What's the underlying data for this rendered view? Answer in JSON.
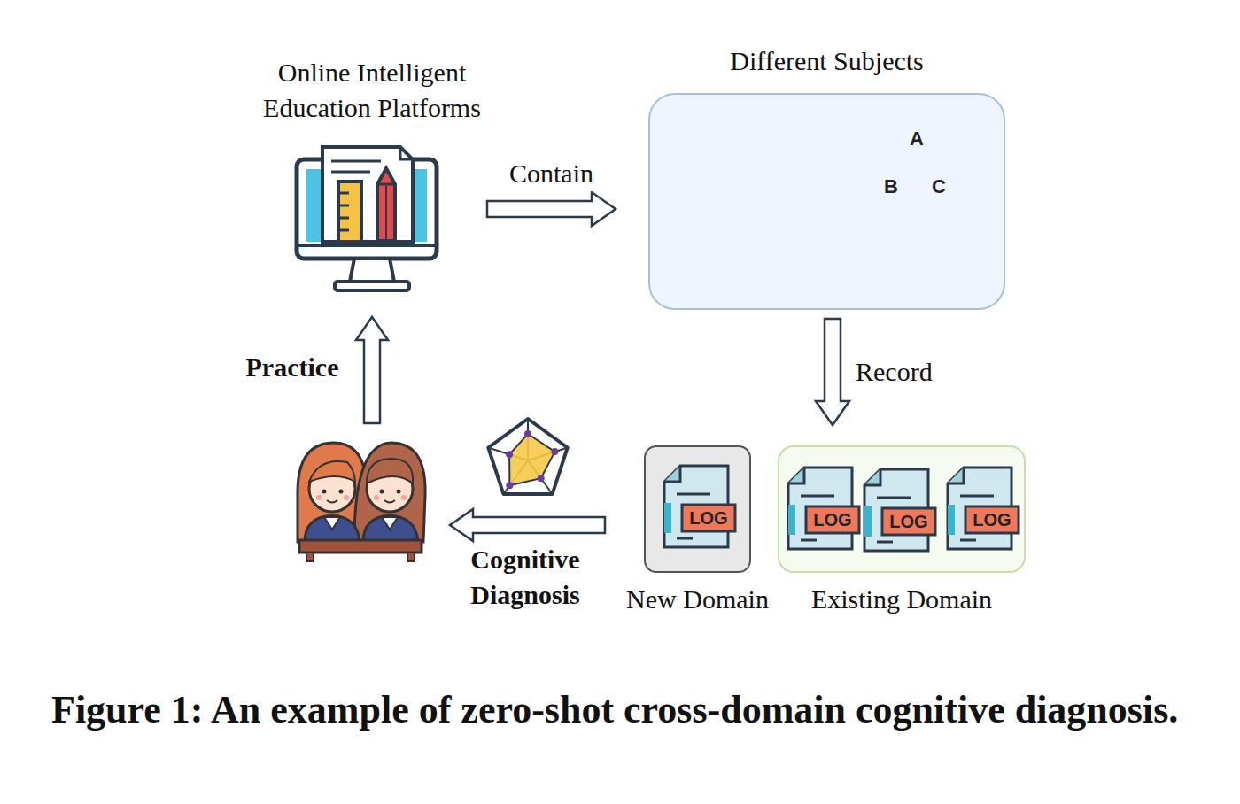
{
  "diagram": {
    "caption": "Figure 1: An example of zero-shot cross-domain cognitive diagnosis.",
    "nodes": [
      {
        "text": [
          "Online Intelligent Education Platforms"
        ]
      },
      {
        "text": [
          "Different Subjects"
        ]
      },
      {
        "text": [
          "New Domain"
        ]
      },
      {
        "text": [
          "Existing Domain"
        ]
      }
    ],
    "edges": [
      {
        "from": 0,
        "to": 1,
        "label": "Contain",
        "arrow": "to"
      },
      {
        "from": 1,
        "to": 3,
        "label": "Record",
        "arrow": "to"
      }
    ],
    "labels": [
      "Practice",
      "Cognitive Diagnosis",
      "LOG",
      "LOG",
      "LOG",
      "LOG",
      "A",
      "B",
      "C"
    ]
  }
}
